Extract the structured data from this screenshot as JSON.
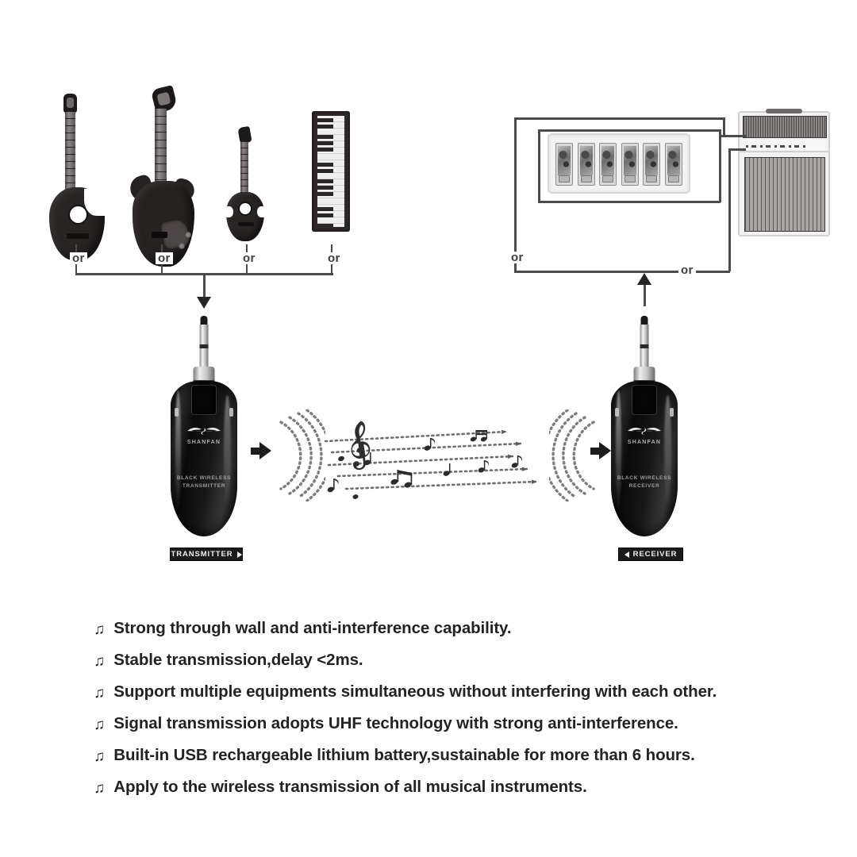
{
  "diagram": {
    "title": "Wireless guitar transmitter and receiver connection diagram",
    "source_group": {
      "label": "instrument-sources",
      "items": [
        {
          "name": "acoustic-guitar",
          "connector_label": "or"
        },
        {
          "name": "electric-guitar",
          "connector_label": "or"
        },
        {
          "name": "ukulele",
          "connector_label": "or"
        },
        {
          "name": "keyboard",
          "connector_label": "or"
        }
      ]
    },
    "output_group": {
      "label": "output-equipment",
      "items": [
        {
          "name": "effects-pedalboard",
          "connector_label": "or",
          "pedal_count": 6
        },
        {
          "name": "guitar-amplifier",
          "connector_label": "or"
        }
      ]
    },
    "transmitter": {
      "caption": "TRANSMITTER",
      "brand": "SHANFAN",
      "model_line_1": "BLACK WIRELESS",
      "model_line_2": "TRANSMITTER",
      "arrow_direction": "right",
      "wave_arc_count": 4
    },
    "receiver": {
      "caption": "RECEIVER",
      "brand": "SHANFAN",
      "model_line_1": "BLACK WIRELESS",
      "model_line_2": "RECEIVER",
      "arrow_direction": "right",
      "wave_arc_count": 4
    },
    "signal": {
      "name": "music-signal-staff",
      "description": "Dotted arrow lines forming a musical staff with treble clef and notes",
      "staff_line_count": 5,
      "clef": "treble"
    }
  },
  "features": {
    "bullet_glyph": "♫",
    "items": [
      "Strong through wall and anti-interference capability.",
      "Stable transmission,delay <2ms.",
      "Support multiple equipments simultaneous without interfering with each other.",
      "Signal transmission adopts UHF technology with strong anti-interference.",
      "Built-in USB rechargeable lithium battery,sustainable for more than 6 hours.",
      "Apply to the wireless transmission of all musical instruments."
    ]
  },
  "colors": {
    "background": "#ffffff",
    "wire": "#4a4a4a",
    "device_body": "#141414",
    "text": "#232323",
    "caption_bg": "#1b1b1b"
  }
}
